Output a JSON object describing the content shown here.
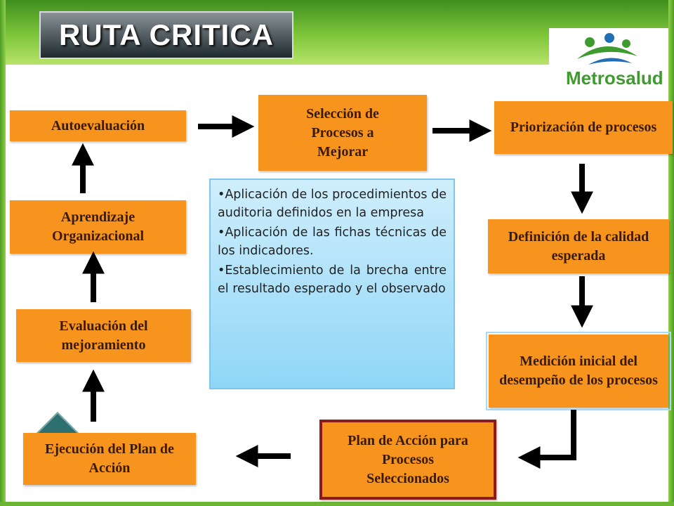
{
  "title": "RUTA CRITICA",
  "logo": {
    "text": "Metrosalud",
    "colors": {
      "green": "#3f9b2f",
      "blue": "#1f6fb4"
    }
  },
  "steps": {
    "autoevaluacion": "Autoevaluación",
    "seleccion": "Selección de Procesos a Mejorar",
    "priorizacion": "Priorización de procesos",
    "definicion": "Definición de la calidad esperada",
    "medicion": "Medición inicial del desempeño de los procesos",
    "plan": "Plan de Acción para Procesos Seleccionados",
    "ejecucion": "Ejecución del Plan de Acción",
    "evaluacion": "Evaluación del mejoramiento",
    "aprendizaje": "Aprendizaje Organizacional"
  },
  "info_bullets": [
    "•Aplicación de los procedimientos de auditoria definidos en la empresa",
    "•Aplicación de las fichas técnicas de los indicadores.",
    "•Establecimiento de la brecha entre el resultado esperado y el observado"
  ],
  "colors": {
    "box": "#f7941d",
    "frame_green": "#6cb534",
    "info_blue": "#8fd6f7",
    "outline_red": "#8b1a1a"
  }
}
